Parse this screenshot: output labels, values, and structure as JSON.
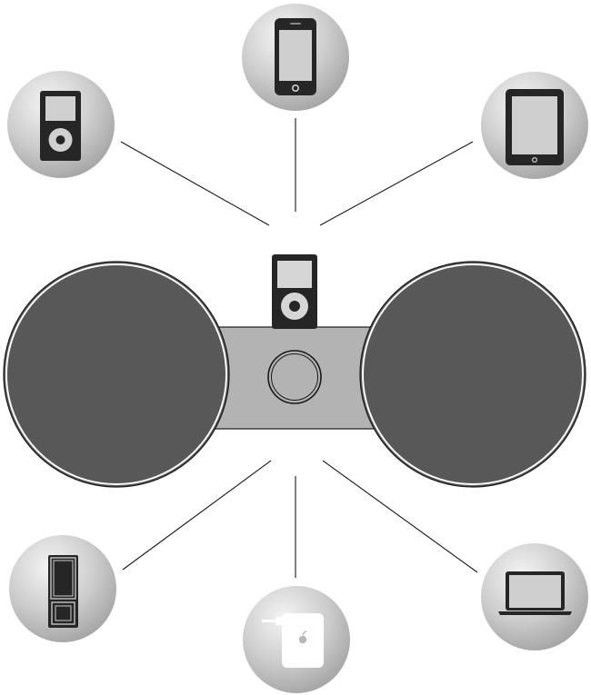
{
  "diagram": {
    "center_device": {
      "icon": "speaker-dock-icon"
    },
    "connected_devices": [
      {
        "id": "ipod-classic",
        "icon": "ipod-classic-icon"
      },
      {
        "id": "iphone",
        "icon": "iphone-icon"
      },
      {
        "id": "ipad",
        "icon": "ipad-icon"
      },
      {
        "id": "ipod-nano",
        "icon": "ipod-nano-icon"
      },
      {
        "id": "airport-express",
        "icon": "airport-express-icon"
      },
      {
        "id": "macbook",
        "icon": "macbook-icon"
      }
    ],
    "colors": {
      "speaker_grille": "#585858",
      "dock_body": "#b3b3b3",
      "connector_line": "#1a1a1a",
      "device_dark": "#262626",
      "device_screen": "#cfcfcf",
      "bubble_light": "#f2f2f2",
      "bubble_dark": "#a6a6a6"
    }
  }
}
